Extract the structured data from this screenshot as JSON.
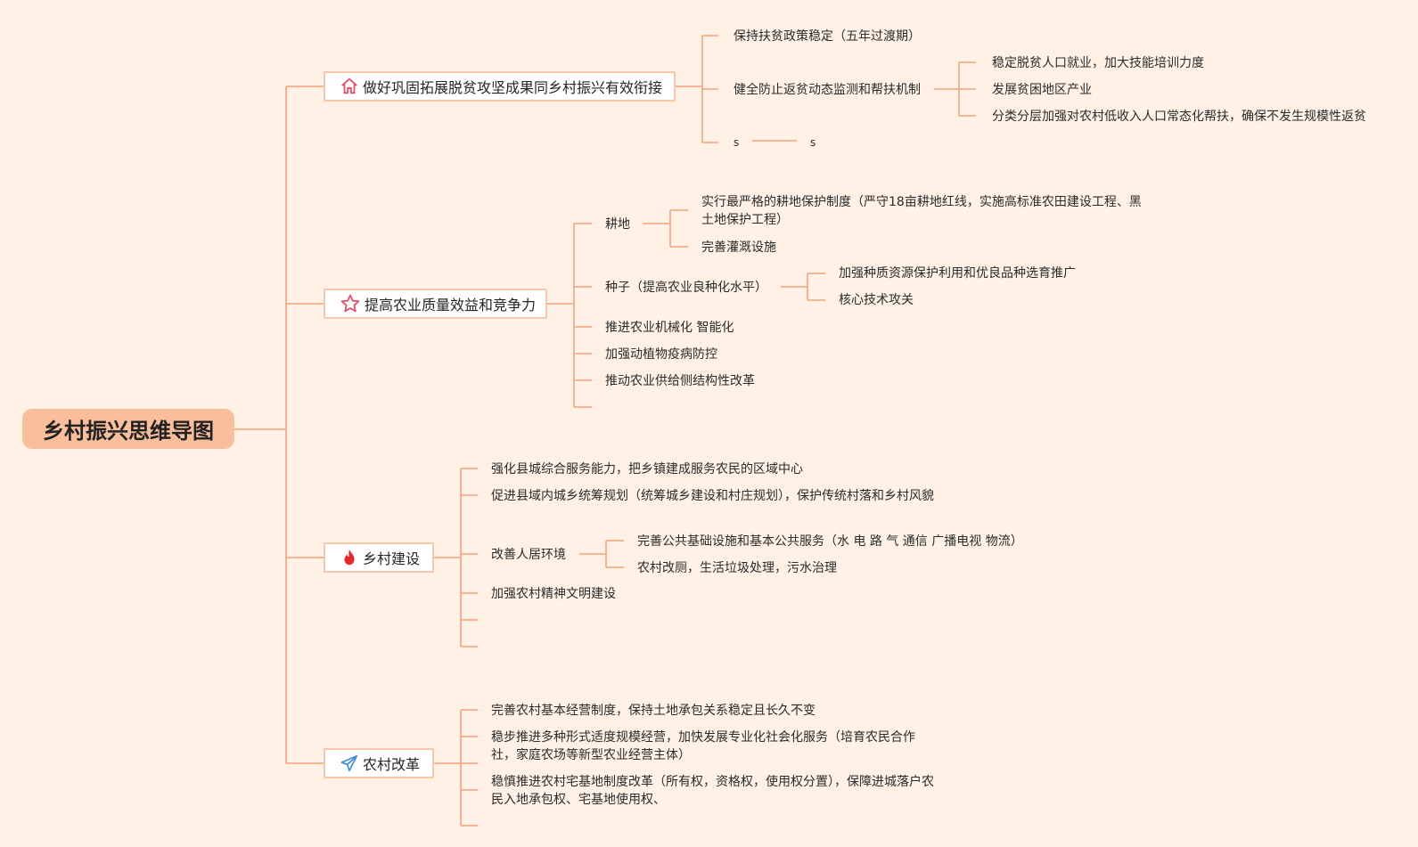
{
  "root": "乡村振兴思维导图",
  "branches": {
    "b1": {
      "label": "做好巩固拓展脱贫攻坚成果同乡村振兴有效衔接",
      "icon": "home-icon",
      "items": {
        "i1": "保持扶贫政策稳定（五年过渡期）",
        "i2": "健全防止返贫动态监测和帮扶机制",
        "i2_children": [
          "稳定脱贫人口就业，加大技能培训力度",
          "发展贫困地区产业",
          "分类分层加强对农村低收入人口常态化帮扶，确保不发生规模性返贫"
        ],
        "i3": "s",
        "i3_child": "s"
      }
    },
    "b2": {
      "label": "提高农业质量效益和竞争力",
      "icon": "star-icon",
      "items": {
        "gendi": "耕地",
        "gendi_children": [
          "实行最严格的耕地保护制度（严守18亩耕地红线，实施高标准农田建设工程、黑土地保护工程）",
          "完善灌溉设施"
        ],
        "zhongzi": "种子（提高农业良种化水平）",
        "zhongzi_children": [
          "加强种质资源保护利用和优良品种选育推广",
          "核心技术攻关"
        ],
        "others": [
          "推进农业机械化 智能化",
          "加强动植物疫病防控",
          "推动农业供给侧结构性改革"
        ]
      }
    },
    "b3": {
      "label": "乡村建设",
      "icon": "flame-icon",
      "items": {
        "i1": "强化县城综合服务能力，把乡镇建成服务农民的区域中心",
        "i2": "促进县域内城乡统筹规划（统筹城乡建设和村庄规划），保护传统村落和乡村风貌",
        "i3": "改善人居环境",
        "i3_children": [
          "完善公共基础设施和基本公共服务（水 电 路 气 通信 广播电视 物流）",
          "农村改厕，生活垃圾处理，污水治理"
        ],
        "i4": "加强农村精神文明建设"
      }
    },
    "b4": {
      "label": "农村改革",
      "icon": "send-icon",
      "items": [
        "完善农村基本经营制度，保持土地承包关系稳定且长久不变",
        "稳步推进多种形式适度规模经营，加快发展专业化社会化服务（培育农民合作社，家庭农场等新型农业经营主体）",
        "稳慎推进农村宅基地制度改革（所有权，资格权，使用权分置），保障进城落户农民入地承包权、宅基地使用权、"
      ]
    }
  },
  "colors": {
    "background": "#fff1e6",
    "line": "#f0a27b",
    "root_fill": "#f9bf9c",
    "branch_border": "#f5c7ab",
    "home_icon": "#e0506a",
    "star_icon": "#e0506a",
    "flame_icon": "#e8262a",
    "send_icon": "#3c8fd4"
  }
}
